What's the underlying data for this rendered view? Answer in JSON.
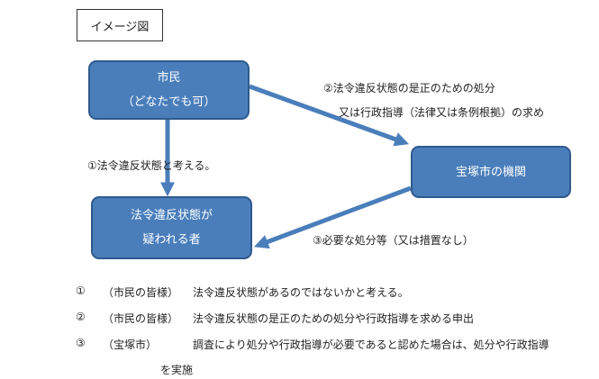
{
  "title": "イメージ図",
  "nodes": {
    "citizen": {
      "line1": "市民",
      "line2": "（どなたでも可）"
    },
    "agency": {
      "line1": "宝塚市の機関"
    },
    "suspect": {
      "line1": "法令違反状態が",
      "line2": "疑われる者"
    }
  },
  "edges": {
    "e2": {
      "line1": "②法令違反状態の是正のための処分",
      "line2": "又は行政指導（法律又は条例根拠）の求め"
    },
    "e1": {
      "label": "①法令違反状態と考える。"
    },
    "e3": {
      "label": "③必要な処分等（又は措置なし）"
    }
  },
  "notes": [
    {
      "num": "①",
      "who": "（市民の皆様）",
      "text": "法令違反状態があるのではないかと考える。"
    },
    {
      "num": "②",
      "who": "（市民の皆様）",
      "text": "法令違反状態の是正のための処分や行政指導を求める申出"
    },
    {
      "num": "③",
      "who": "（宝塚市）",
      "text": "調査により処分や行政指導が必要であると認めた場合は、処分や行政指導",
      "cont": "を実施"
    }
  ],
  "colors": {
    "node_fill": "#4a7ebb",
    "node_border": "#2f5a8c",
    "arrow": "#4a7ebb"
  }
}
